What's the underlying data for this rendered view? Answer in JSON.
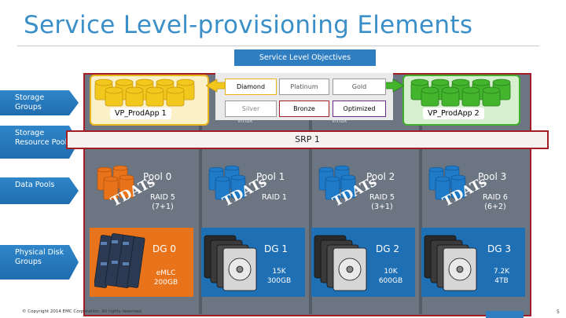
{
  "title": "Service Level-provisioning Elements",
  "slo_header": "Service Level Objectives",
  "left_labels": {
    "storage_groups": "Storage Groups",
    "srp": "Storage Resource Pools",
    "data_pools": "Data Pools",
    "physical_disk_groups": "Physical Disk Groups"
  },
  "storage_groups": [
    "VP_ProdApp 1",
    "VP_ProdApp 2"
  ],
  "service_levels": [
    "Diamond",
    "Platinum",
    "Gold",
    "Silver",
    "Bronze",
    "Optimized"
  ],
  "srp_label": "SRP 1",
  "pools": [
    {
      "name": "Pool 0",
      "raid": "RAID 5",
      "raid_sub": "(7+1)",
      "tdat": "TDATs",
      "color": "#e8731a"
    },
    {
      "name": "Pool 1",
      "raid": "RAID 1",
      "raid_sub": "",
      "tdat": "TDATs",
      "color": "#1f7ac7"
    },
    {
      "name": "Pool 2",
      "raid": "RAID 5",
      "raid_sub": "(3+1)",
      "tdat": "TDATs",
      "color": "#1f7ac7"
    },
    {
      "name": "Pool 3",
      "raid": "RAID 6",
      "raid_sub": "(6+2)",
      "tdat": "TDATs",
      "color": "#1f7ac7"
    }
  ],
  "disk_groups": [
    {
      "name": "DG 0",
      "media": "eMLC",
      "capacity": "200GB"
    },
    {
      "name": "DG 1",
      "media": "15K",
      "capacity": "300GB"
    },
    {
      "name": "DG 2",
      "media": "10K",
      "capacity": "600GB"
    },
    {
      "name": "DG 3",
      "media": "7.2K",
      "capacity": "4TB"
    }
  ],
  "chassis_label": "vmax",
  "copyright": "© Copyright 2014 EMC Corporation. All rights reserved.",
  "page_number": "5",
  "colors": {
    "accent_blue": "#2f7ec2",
    "frame_red": "#a21d26",
    "gold": "#f2c81c",
    "green": "#3fae2a",
    "orange": "#e8731a"
  }
}
